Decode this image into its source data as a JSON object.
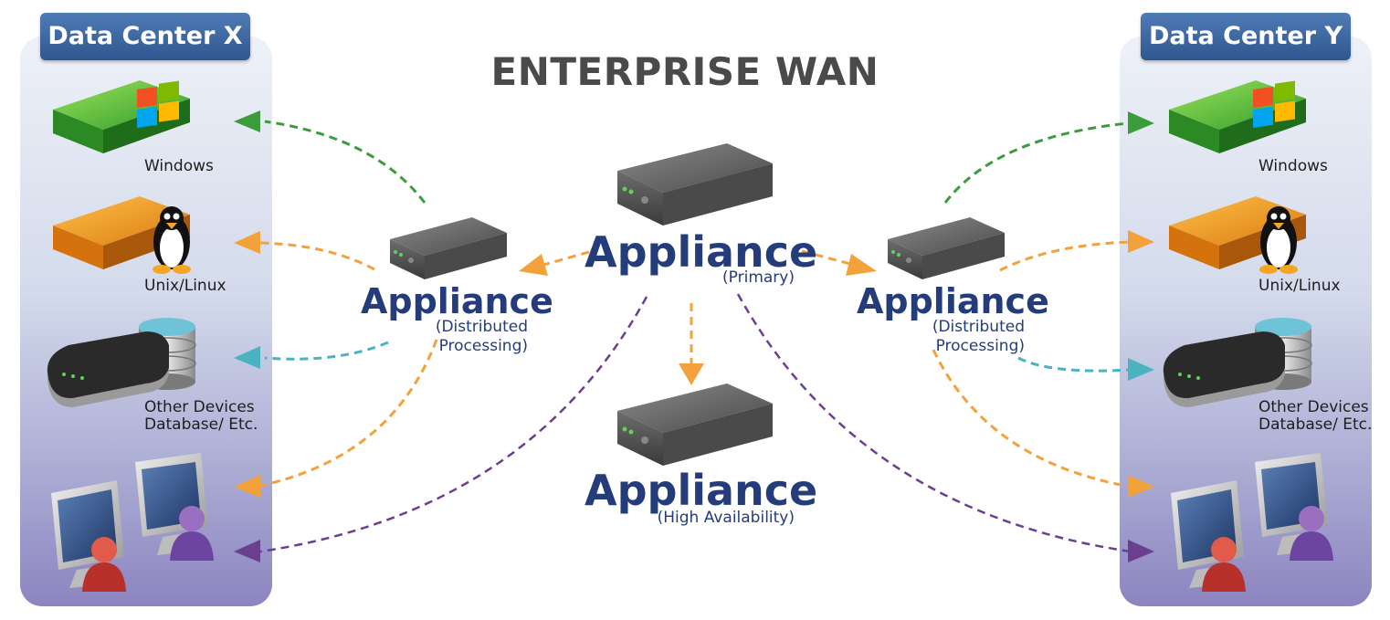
{
  "title": "ENTERPRISE WAN",
  "data_center_x": {
    "label": "Data Center X"
  },
  "data_center_y": {
    "label": "Data Center Y"
  },
  "devices": {
    "windows": "Windows",
    "unix": "Unix/Linux",
    "other_line1": "Other Devices",
    "other_line2": "Database/ Etc."
  },
  "appliances": {
    "primary": {
      "name": "Appliance",
      "role": "(Primary)"
    },
    "distributed_left": {
      "name": "Appliance",
      "role_line1": "(Distributed",
      "role_line2": "Processing)"
    },
    "distributed_right": {
      "name": "Appliance",
      "role_line1": "(Distributed",
      "role_line2": "Processing)"
    },
    "high_availability": {
      "name": "Appliance",
      "role": "(High Availability)"
    }
  },
  "colors": {
    "windows_link": "#3a9d3a",
    "unix_link": "#f3a23b",
    "db_link": "#4bb3c0",
    "user_link": "#6b3f8f",
    "appliance_text": "#243d7a",
    "panel_tab": "#3b659f"
  },
  "icons": [
    "windows-server-icon",
    "linux-server-icon",
    "database-device-icon",
    "workstation-users-icon",
    "appliance-server-icon"
  ]
}
